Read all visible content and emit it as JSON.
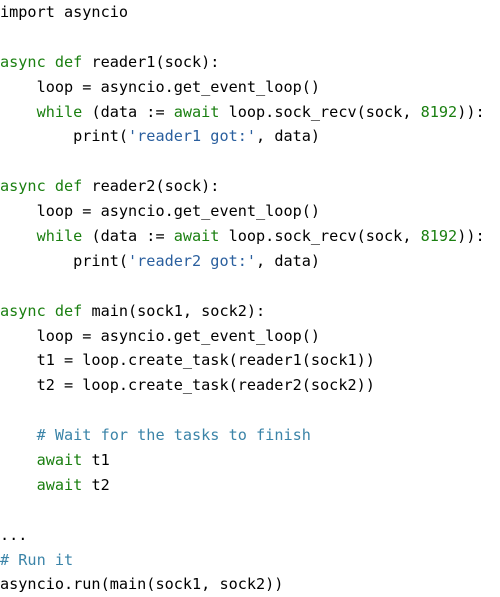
{
  "code": {
    "lines": [
      [
        {
          "t": "plain",
          "v": "import asyncio"
        }
      ],
      [],
      [
        {
          "t": "kw",
          "v": "async def"
        },
        {
          "t": "plain",
          "v": " reader1(sock):"
        }
      ],
      [
        {
          "t": "plain",
          "v": "    loop = asyncio.get_event_loop()"
        }
      ],
      [
        {
          "t": "plain",
          "v": "    "
        },
        {
          "t": "kw",
          "v": "while"
        },
        {
          "t": "plain",
          "v": " (data := "
        },
        {
          "t": "kw",
          "v": "await"
        },
        {
          "t": "plain",
          "v": " loop.sock_recv(sock, "
        },
        {
          "t": "num",
          "v": "8192"
        },
        {
          "t": "plain",
          "v": ")):"
        }
      ],
      [
        {
          "t": "plain",
          "v": "        print("
        },
        {
          "t": "str",
          "v": "'reader1 got:'"
        },
        {
          "t": "plain",
          "v": ", data)"
        }
      ],
      [],
      [
        {
          "t": "kw",
          "v": "async def"
        },
        {
          "t": "plain",
          "v": " reader2(sock):"
        }
      ],
      [
        {
          "t": "plain",
          "v": "    loop = asyncio.get_event_loop()"
        }
      ],
      [
        {
          "t": "plain",
          "v": "    "
        },
        {
          "t": "kw",
          "v": "while"
        },
        {
          "t": "plain",
          "v": " (data := "
        },
        {
          "t": "kw",
          "v": "await"
        },
        {
          "t": "plain",
          "v": " loop.sock_recv(sock, "
        },
        {
          "t": "num",
          "v": "8192"
        },
        {
          "t": "plain",
          "v": ")):"
        }
      ],
      [
        {
          "t": "plain",
          "v": "        print("
        },
        {
          "t": "str",
          "v": "'reader2 got:'"
        },
        {
          "t": "plain",
          "v": ", data)"
        }
      ],
      [],
      [
        {
          "t": "kw",
          "v": "async def"
        },
        {
          "t": "plain",
          "v": " main(sock1, sock2):"
        }
      ],
      [
        {
          "t": "plain",
          "v": "    loop = asyncio.get_event_loop()"
        }
      ],
      [
        {
          "t": "plain",
          "v": "    t1 = loop.create_task(reader1(sock1))"
        }
      ],
      [
        {
          "t": "plain",
          "v": "    t2 = loop.create_task(reader2(sock2))"
        }
      ],
      [],
      [
        {
          "t": "plain",
          "v": "    "
        },
        {
          "t": "cm",
          "v": "# Wait for the tasks to finish"
        }
      ],
      [
        {
          "t": "plain",
          "v": "    "
        },
        {
          "t": "kw",
          "v": "await"
        },
        {
          "t": "plain",
          "v": " t1"
        }
      ],
      [
        {
          "t": "plain",
          "v": "    "
        },
        {
          "t": "kw",
          "v": "await"
        },
        {
          "t": "plain",
          "v": " t2"
        }
      ],
      [],
      [
        {
          "t": "plain",
          "v": "..."
        }
      ],
      [
        {
          "t": "cm",
          "v": "# Run it"
        }
      ],
      [
        {
          "t": "plain",
          "v": "asyncio.run(main(sock1, sock2))"
        }
      ]
    ]
  },
  "colors": {
    "keyword": "#1a7f10",
    "string": "#2a5f9e",
    "number": "#1a7f10",
    "comment": "#3b84a8",
    "text": "#000000",
    "background": "#ffffff"
  }
}
